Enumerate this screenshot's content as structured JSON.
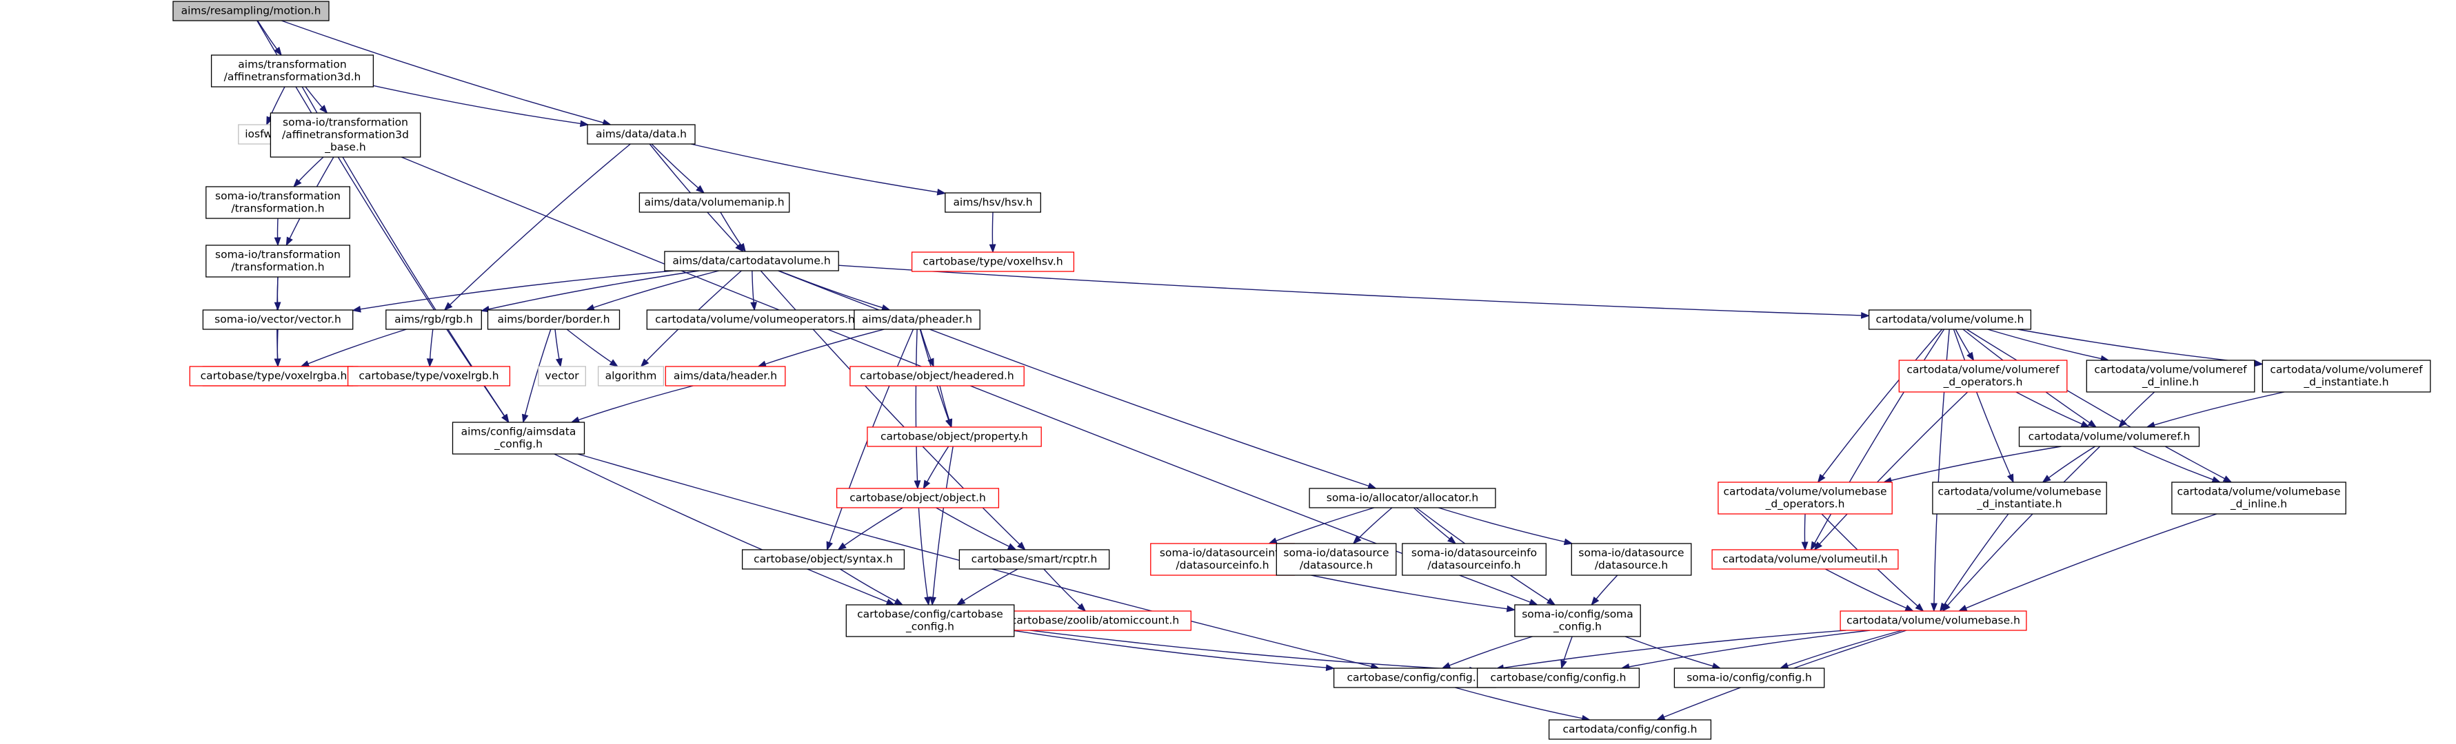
{
  "diagram": {
    "kind": "include-dependency-graph",
    "colors": {
      "edge": "#191970",
      "root_fill": "#bfbfbf",
      "default_border": "#000000",
      "missing_border": "#ff0000",
      "external_border": "#bfbfbf",
      "external_text": "#7f7f7f"
    },
    "nodes": [
      {
        "id": "motion",
        "lines": [
          "aims/resampling/motion.h"
        ],
        "style": "root"
      },
      {
        "id": "affine3d",
        "lines": [
          "aims/transformation",
          "/affinetransformation3d.h"
        ],
        "style": "normal"
      },
      {
        "id": "iosfwd",
        "lines": [
          "iosfwd"
        ],
        "style": "external"
      },
      {
        "id": "somaaffine",
        "lines": [
          "soma-io/transformation",
          "/affinetransformation3d",
          "_base.h"
        ],
        "style": "normal"
      },
      {
        "id": "aimsdata",
        "lines": [
          "aims/data/data.h"
        ],
        "style": "normal"
      },
      {
        "id": "somatrans1",
        "lines": [
          "soma-io/transformation",
          "/transformation.h"
        ],
        "style": "normal"
      },
      {
        "id": "somatrans2",
        "lines": [
          "soma-io/transformation",
          "/transformation.h"
        ],
        "style": "normal"
      },
      {
        "id": "volmanip",
        "lines": [
          "aims/data/volumemanip.h"
        ],
        "style": "normal"
      },
      {
        "id": "hsv",
        "lines": [
          "aims/hsv/hsv.h"
        ],
        "style": "normal"
      },
      {
        "id": "voxelhsv",
        "lines": [
          "cartobase/type/voxelhsv.h"
        ],
        "style": "missing"
      },
      {
        "id": "cartovol",
        "lines": [
          "aims/data/cartodatavolume.h"
        ],
        "style": "normal"
      },
      {
        "id": "vectorh",
        "lines": [
          "soma-io/vector/vector.h"
        ],
        "style": "normal"
      },
      {
        "id": "vectorred",
        "lines": [
          "soma-io/vector/vector.h"
        ],
        "style": "missing"
      },
      {
        "id": "rgb",
        "lines": [
          "aims/rgb/rgb.h"
        ],
        "style": "normal"
      },
      {
        "id": "voxelrgba",
        "lines": [
          "cartobase/type/voxelrgba.h"
        ],
        "style": "missing"
      },
      {
        "id": "voxelrgb",
        "lines": [
          "cartobase/type/voxelrgb.h"
        ],
        "style": "missing"
      },
      {
        "id": "border",
        "lines": [
          "aims/border/border.h"
        ],
        "style": "normal"
      },
      {
        "id": "vector",
        "lines": [
          "vector"
        ],
        "style": "external"
      },
      {
        "id": "algorithm",
        "lines": [
          "algorithm"
        ],
        "style": "external"
      },
      {
        "id": "volops",
        "lines": [
          "cartodata/volume/volumeoperators.h"
        ],
        "style": "normal"
      },
      {
        "id": "pheader",
        "lines": [
          "aims/data/pheader.h"
        ],
        "style": "normal"
      },
      {
        "id": "header",
        "lines": [
          "aims/data/header.h"
        ],
        "style": "missing"
      },
      {
        "id": "headered",
        "lines": [
          "cartobase/object/headered.h"
        ],
        "style": "missing"
      },
      {
        "id": "property",
        "lines": [
          "cartobase/object/property.h"
        ],
        "style": "missing"
      },
      {
        "id": "object",
        "lines": [
          "cartobase/object/object.h"
        ],
        "style": "missing"
      },
      {
        "id": "syntax",
        "lines": [
          "cartobase/object/syntax.h"
        ],
        "style": "normal"
      },
      {
        "id": "rcptr",
        "lines": [
          "cartobase/smart/rcptr.h"
        ],
        "style": "normal"
      },
      {
        "id": "atomic",
        "lines": [
          "cartobase/zoolib/atomiccount.h"
        ],
        "style": "missing"
      },
      {
        "id": "aimsconfig",
        "lines": [
          "aims/config/aimsdata",
          "_config.h"
        ],
        "style": "normal"
      },
      {
        "id": "cbconfig",
        "lines": [
          "cartobase/config/cartobase",
          "_config.h"
        ],
        "style": "normal"
      },
      {
        "id": "cbconfigh",
        "lines": [
          "cartobase/config/config.h"
        ],
        "style": "normal"
      },
      {
        "id": "cdconfig",
        "lines": [
          "cartodata/config/config.h"
        ],
        "style": "normal"
      },
      {
        "id": "allocator",
        "lines": [
          "soma-io/allocator/allocator.h"
        ],
        "style": "normal"
      },
      {
        "id": "dsinfo",
        "lines": [
          "soma-io/datasourceinfo",
          "/datasourceinfo.h"
        ],
        "style": "missing"
      },
      {
        "id": "dsource1",
        "lines": [
          "soma-io/datasource",
          "/datasource.h"
        ],
        "style": "normal"
      },
      {
        "id": "dsinfo2",
        "lines": [
          "soma-io/datasourceinfo",
          "/datasourceinfo.h"
        ],
        "style": "normal"
      },
      {
        "id": "dsource2",
        "lines": [
          "soma-io/datasource",
          "/datasource.h"
        ],
        "style": "normal"
      },
      {
        "id": "somaconfig",
        "lines": [
          "soma-io/config/soma",
          "_config.h"
        ],
        "style": "normal"
      },
      {
        "id": "cbconfigh2",
        "lines": [
          "cartobase/config/config.h"
        ],
        "style": "normal"
      },
      {
        "id": "somaioconfig",
        "lines": [
          "soma-io/config/config.h"
        ],
        "style": "normal"
      },
      {
        "id": "volume",
        "lines": [
          "cartodata/volume/volume.h"
        ],
        "style": "normal"
      },
      {
        "id": "volrefops",
        "lines": [
          "cartodata/volume/volumeref",
          "_d_operators.h"
        ],
        "style": "missing"
      },
      {
        "id": "volrefinl",
        "lines": [
          "cartodata/volume/volumeref",
          "_d_inline.h"
        ],
        "style": "normal"
      },
      {
        "id": "volrefinst",
        "lines": [
          "cartodata/volume/volumeref",
          "_d_instantiate.h"
        ],
        "style": "normal"
      },
      {
        "id": "volref",
        "lines": [
          "cartodata/volume/volumeref.h"
        ],
        "style": "normal"
      },
      {
        "id": "volbaseops",
        "lines": [
          "cartodata/volume/volumebase",
          "_d_operators.h"
        ],
        "style": "missing"
      },
      {
        "id": "volbaseinst",
        "lines": [
          "cartodata/volume/volumebase",
          "_d_instantiate.h"
        ],
        "style": "normal"
      },
      {
        "id": "volbaseinl",
        "lines": [
          "cartodata/volume/volumebase",
          "_d_inline.h"
        ],
        "style": "normal"
      },
      {
        "id": "volutil",
        "lines": [
          "cartodata/volume/volumeutil.h"
        ],
        "style": "missing"
      },
      {
        "id": "volbase",
        "lines": [
          "cartodata/volume/volumebase.h"
        ],
        "style": "missing"
      }
    ],
    "edges": [
      [
        "motion",
        "affine3d"
      ],
      [
        "motion",
        "aimsdata"
      ],
      [
        "motion",
        "aimsconfig"
      ],
      [
        "affine3d",
        "iosfwd"
      ],
      [
        "affine3d",
        "somaaffine"
      ],
      [
        "affine3d",
        "aimsdata"
      ],
      [
        "affine3d",
        "aimsconfig"
      ],
      [
        "somaaffine",
        "somatrans1"
      ],
      [
        "somaaffine",
        "somatrans2"
      ],
      [
        "somaaffine",
        "somaconfig"
      ],
      [
        "somatrans1",
        "somatrans2"
      ],
      [
        "somatrans2",
        "vectorh"
      ],
      [
        "somatrans2",
        "vectorred"
      ],
      [
        "aimsdata",
        "rgb"
      ],
      [
        "aimsdata",
        "volmanip"
      ],
      [
        "aimsdata",
        "cartovol"
      ],
      [
        "aimsdata",
        "hsv"
      ],
      [
        "hsv",
        "voxelhsv"
      ],
      [
        "volmanip",
        "cartovol"
      ],
      [
        "cartovol",
        "vectorh"
      ],
      [
        "cartovol",
        "rgb"
      ],
      [
        "cartovol",
        "border"
      ],
      [
        "cartovol",
        "algorithm"
      ],
      [
        "cartovol",
        "volops"
      ],
      [
        "cartovol",
        "pheader"
      ],
      [
        "cartovol",
        "rcptr"
      ],
      [
        "cartovol",
        "allocator"
      ],
      [
        "cartovol",
        "volume"
      ],
      [
        "vectorh",
        "vectorred"
      ],
      [
        "rgb",
        "voxelrgba"
      ],
      [
        "rgb",
        "voxelrgb"
      ],
      [
        "border",
        "aimsconfig"
      ],
      [
        "border",
        "vector"
      ],
      [
        "border",
        "algorithm"
      ],
      [
        "pheader",
        "header"
      ],
      [
        "pheader",
        "headered"
      ],
      [
        "pheader",
        "property"
      ],
      [
        "pheader",
        "object"
      ],
      [
        "pheader",
        "syntax"
      ],
      [
        "header",
        "aimsconfig"
      ],
      [
        "headered",
        "property"
      ],
      [
        "property",
        "object"
      ],
      [
        "property",
        "cbconfig"
      ],
      [
        "object",
        "syntax"
      ],
      [
        "object",
        "rcptr"
      ],
      [
        "object",
        "cbconfig"
      ],
      [
        "syntax",
        "cbconfig"
      ],
      [
        "rcptr",
        "cbconfig"
      ],
      [
        "rcptr",
        "atomic"
      ],
      [
        "aimsconfig",
        "cbconfig"
      ],
      [
        "aimsconfig",
        "cbconfigh"
      ],
      [
        "cbconfig",
        "cbconfigh"
      ],
      [
        "cbconfig",
        "cbconfigh2"
      ],
      [
        "cbconfigh",
        "cdconfig"
      ],
      [
        "allocator",
        "dsinfo"
      ],
      [
        "allocator",
        "dsource1"
      ],
      [
        "allocator",
        "dsinfo2"
      ],
      [
        "allocator",
        "dsource2"
      ],
      [
        "allocator",
        "somaconfig"
      ],
      [
        "dsinfo",
        "somaconfig"
      ],
      [
        "dsource2",
        "somaconfig"
      ],
      [
        "somaconfig",
        "cbconfigh"
      ],
      [
        "somaconfig",
        "cbconfigh2"
      ],
      [
        "somaconfig",
        "somaioconfig"
      ],
      [
        "volume",
        "volrefops"
      ],
      [
        "volume",
        "volrefinl"
      ],
      [
        "volume",
        "volrefinst"
      ],
      [
        "volume",
        "volref"
      ],
      [
        "volume",
        "volbaseops"
      ],
      [
        "volume",
        "volbaseinst"
      ],
      [
        "volume",
        "volbaseinl"
      ],
      [
        "volume",
        "volutil"
      ],
      [
        "volume",
        "volbase"
      ],
      [
        "volrefops",
        "volref"
      ],
      [
        "volrefops",
        "volutil"
      ],
      [
        "volrefinl",
        "volref"
      ],
      [
        "volrefinst",
        "volref"
      ],
      [
        "volref",
        "volbaseops"
      ],
      [
        "volref",
        "volbaseinst"
      ],
      [
        "volref",
        "volbaseinl"
      ],
      [
        "volref",
        "volbase"
      ],
      [
        "volbaseops",
        "volutil"
      ],
      [
        "volbaseops",
        "volbase"
      ],
      [
        "volbaseinst",
        "volbase"
      ],
      [
        "volbaseinl",
        "volbase"
      ],
      [
        "volutil",
        "volbase"
      ],
      [
        "volbase",
        "cbconfigh"
      ],
      [
        "volbase",
        "cbconfigh2"
      ],
      [
        "volbase",
        "somaioconfig"
      ],
      [
        "volbase",
        "cdconfig"
      ]
    ]
  }
}
